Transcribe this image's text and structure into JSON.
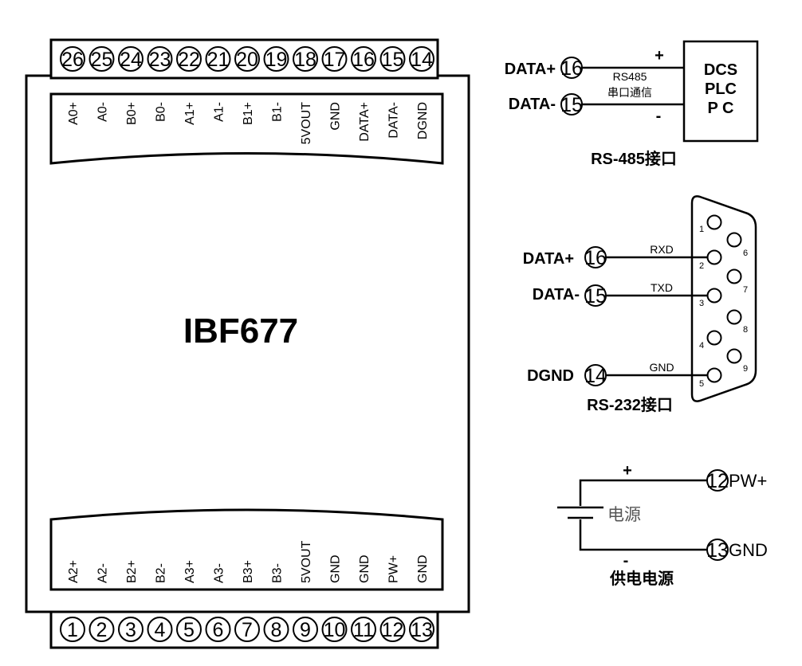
{
  "module": {
    "model": "IBF677",
    "top_terminals": [
      "26",
      "25",
      "24",
      "23",
      "22",
      "21",
      "20",
      "19",
      "18",
      "17",
      "16",
      "15",
      "14"
    ],
    "top_labels": [
      "A0+",
      "A0-",
      "B0+",
      "B0-",
      "A1+",
      "A1-",
      "B1+",
      "B1-",
      "5VOUT",
      "GND",
      "DATA+",
      "DATA-",
      "DGND"
    ],
    "bottom_terminals": [
      "1",
      "2",
      "3",
      "4",
      "5",
      "6",
      "7",
      "8",
      "9",
      "10",
      "11",
      "12",
      "13"
    ],
    "bottom_labels": [
      "A2+",
      "A2-",
      "B2+",
      "B2-",
      "A3+",
      "A3-",
      "B3+",
      "B3-",
      "5VOUT",
      "GND",
      "GND",
      "PW+",
      "GND"
    ]
  },
  "rs485": {
    "data_plus_label": "DATA+",
    "data_plus_pin": "16",
    "data_minus_label": "DATA-",
    "data_minus_pin": "15",
    "plus_sign": "+",
    "minus_sign": "-",
    "comm_line1": "RS485",
    "comm_line2": "串口通信",
    "device_line1": "DCS",
    "device_line2": "PLC",
    "device_line3": "P C",
    "caption": "RS-485接口"
  },
  "rs232": {
    "data_plus_label": "DATA+",
    "data_plus_pin": "16",
    "data_minus_label": "DATA-",
    "data_minus_pin": "15",
    "dgnd_label": "DGND",
    "dgnd_pin": "14",
    "rxd": "RXD",
    "txd": "TXD",
    "gnd": "GND",
    "db9_pins": [
      "1",
      "2",
      "3",
      "4",
      "5",
      "6",
      "7",
      "8",
      "9"
    ],
    "caption": "RS-232接口"
  },
  "power": {
    "plus_sign": "+",
    "minus_sign": "-",
    "source_label": "电源",
    "pw_pin": "12",
    "pw_label": "PW+",
    "gnd_pin": "13",
    "gnd_label": "GND",
    "caption": "供电电源"
  }
}
